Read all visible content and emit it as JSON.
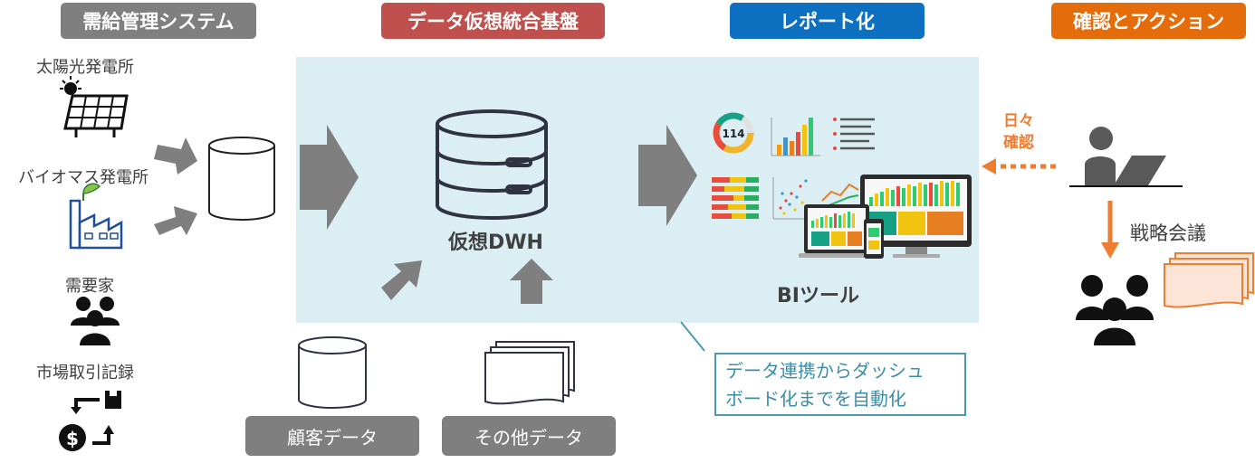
{
  "headers": {
    "supply_demand": "需給管理システム",
    "data_platform": "データ仮想統合基盤",
    "reporting": "レポート化",
    "action": "確認とアクション"
  },
  "sources": {
    "solar": "太陽光発電所",
    "biomass": "バイオマス発電所",
    "customers": "需要家",
    "market": "市場取引記録"
  },
  "platform": {
    "dwh_label": "仮想DWH",
    "bi_label": "BIツール",
    "donut_value": "114"
  },
  "extra_sources": {
    "customer_data": "顧客データ",
    "other_data": "その他データ"
  },
  "callout": {
    "line1": "データ連携からダッシュ",
    "line2": "ボード化までを自動化"
  },
  "action": {
    "daily_line1": "日々",
    "daily_line2": "確認",
    "meeting": "戦略会議"
  },
  "colors": {
    "gray": "#7f7f7f",
    "red": "#c0504d",
    "blue": "#0e70c0",
    "orange": "#e46c0a",
    "panel": "#daeef4",
    "arrow_orange": "#ed7d31"
  }
}
